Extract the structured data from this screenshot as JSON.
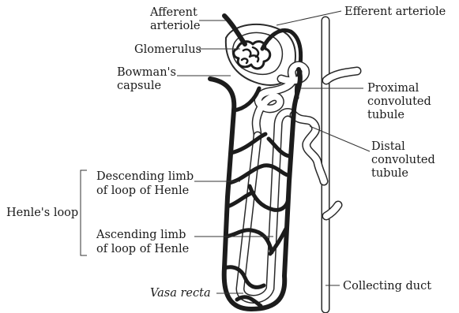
{
  "labels": {
    "afferent_arteriole": [
      "Afferent",
      "arteriole"
    ],
    "efferent_arteriole": "Efferent arteriole",
    "glomerulus": "Glomerulus",
    "bowmans_capsule": [
      "Bowman's",
      "capsule"
    ],
    "proximal_convoluted_tubule": [
      "Proximal",
      "convoluted",
      "tubule"
    ],
    "distal_convoluted_tubule": [
      "Distal",
      "convoluted",
      "tubule"
    ],
    "descending_limb": [
      "Descending limb",
      "of loop of Henle"
    ],
    "ascending_limb": [
      "Ascending limb",
      "of loop of Henle"
    ],
    "henles_loop": "Henle's loop",
    "vasa_recta": "Vasa recta",
    "collecting_duct": "Collecting duct"
  }
}
